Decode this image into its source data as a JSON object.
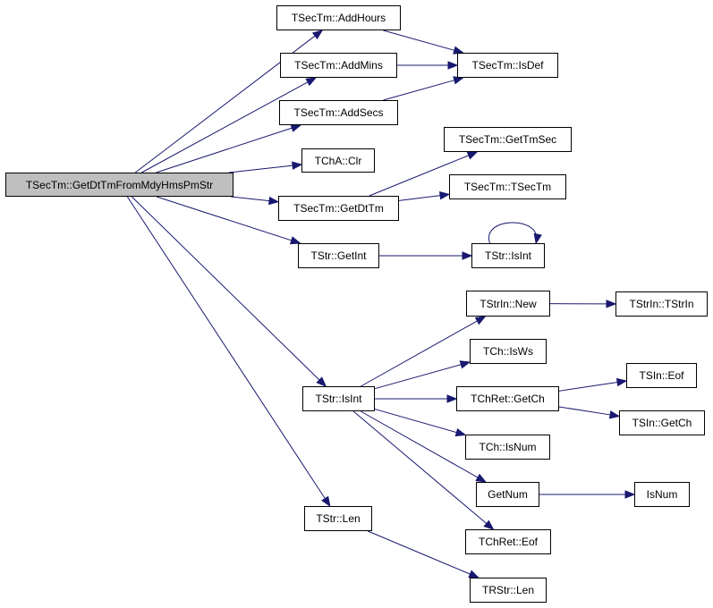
{
  "graph": {
    "root": "root",
    "nodes": [
      {
        "id": "root",
        "label": "TSecTm::GetDtTmFromMdyHmsPmStr"
      },
      {
        "id": "addHours",
        "label": "TSecTm::AddHours"
      },
      {
        "id": "addMins",
        "label": "TSecTm::AddMins"
      },
      {
        "id": "addSecs",
        "label": "TSecTm::AddSecs"
      },
      {
        "id": "chaClr",
        "label": "TChA::Clr"
      },
      {
        "id": "getDtTm",
        "label": "TSecTm::GetDtTm"
      },
      {
        "id": "getInt",
        "label": "TStr::GetInt"
      },
      {
        "id": "isDef",
        "label": "TSecTm::IsDef"
      },
      {
        "id": "getTmSec",
        "label": "TSecTm::GetTmSec"
      },
      {
        "id": "tSecTm",
        "label": "TSecTm::TSecTm"
      },
      {
        "id": "isInt1",
        "label": "TStr::IsInt"
      },
      {
        "id": "isInt2",
        "label": "TStr::IsInt"
      },
      {
        "id": "strInNew",
        "label": "TStrIn::New"
      },
      {
        "id": "tStrIn",
        "label": "TStrIn::TStrIn"
      },
      {
        "id": "isWs",
        "label": "TCh::IsWs"
      },
      {
        "id": "sInEof",
        "label": "TSIn::Eof"
      },
      {
        "id": "chRetGetCh",
        "label": "TChRet::GetCh"
      },
      {
        "id": "sInGetCh",
        "label": "TSIn::GetCh"
      },
      {
        "id": "chIsNum",
        "label": "TCh::IsNum"
      },
      {
        "id": "getNum",
        "label": "GetNum"
      },
      {
        "id": "isNum",
        "label": "IsNum"
      },
      {
        "id": "chRetEof",
        "label": "TChRet::Eof"
      },
      {
        "id": "strLen",
        "label": "TStr::Len"
      },
      {
        "id": "rStrLen",
        "label": "TRStr::Len"
      }
    ],
    "edges": [
      [
        "root",
        "addHours"
      ],
      [
        "root",
        "addMins"
      ],
      [
        "root",
        "addSecs"
      ],
      [
        "root",
        "chaClr"
      ],
      [
        "root",
        "getDtTm"
      ],
      [
        "root",
        "getInt"
      ],
      [
        "root",
        "isInt2"
      ],
      [
        "root",
        "strLen"
      ],
      [
        "addHours",
        "isDef"
      ],
      [
        "addMins",
        "isDef"
      ],
      [
        "addSecs",
        "isDef"
      ],
      [
        "getDtTm",
        "getTmSec"
      ],
      [
        "getDtTm",
        "tSecTm"
      ],
      [
        "getInt",
        "isInt1"
      ],
      [
        "isInt1",
        "isInt1"
      ],
      [
        "isInt2",
        "strInNew"
      ],
      [
        "isInt2",
        "isWs"
      ],
      [
        "isInt2",
        "chRetGetCh"
      ],
      [
        "isInt2",
        "chIsNum"
      ],
      [
        "isInt2",
        "getNum"
      ],
      [
        "isInt2",
        "chRetEof"
      ],
      [
        "strInNew",
        "tStrIn"
      ],
      [
        "chRetGetCh",
        "sInEof"
      ],
      [
        "chRetGetCh",
        "sInGetCh"
      ],
      [
        "getNum",
        "isNum"
      ],
      [
        "strLen",
        "rStrLen"
      ]
    ],
    "edge_color": "#191970",
    "root_fill": "#bfbfbf"
  }
}
